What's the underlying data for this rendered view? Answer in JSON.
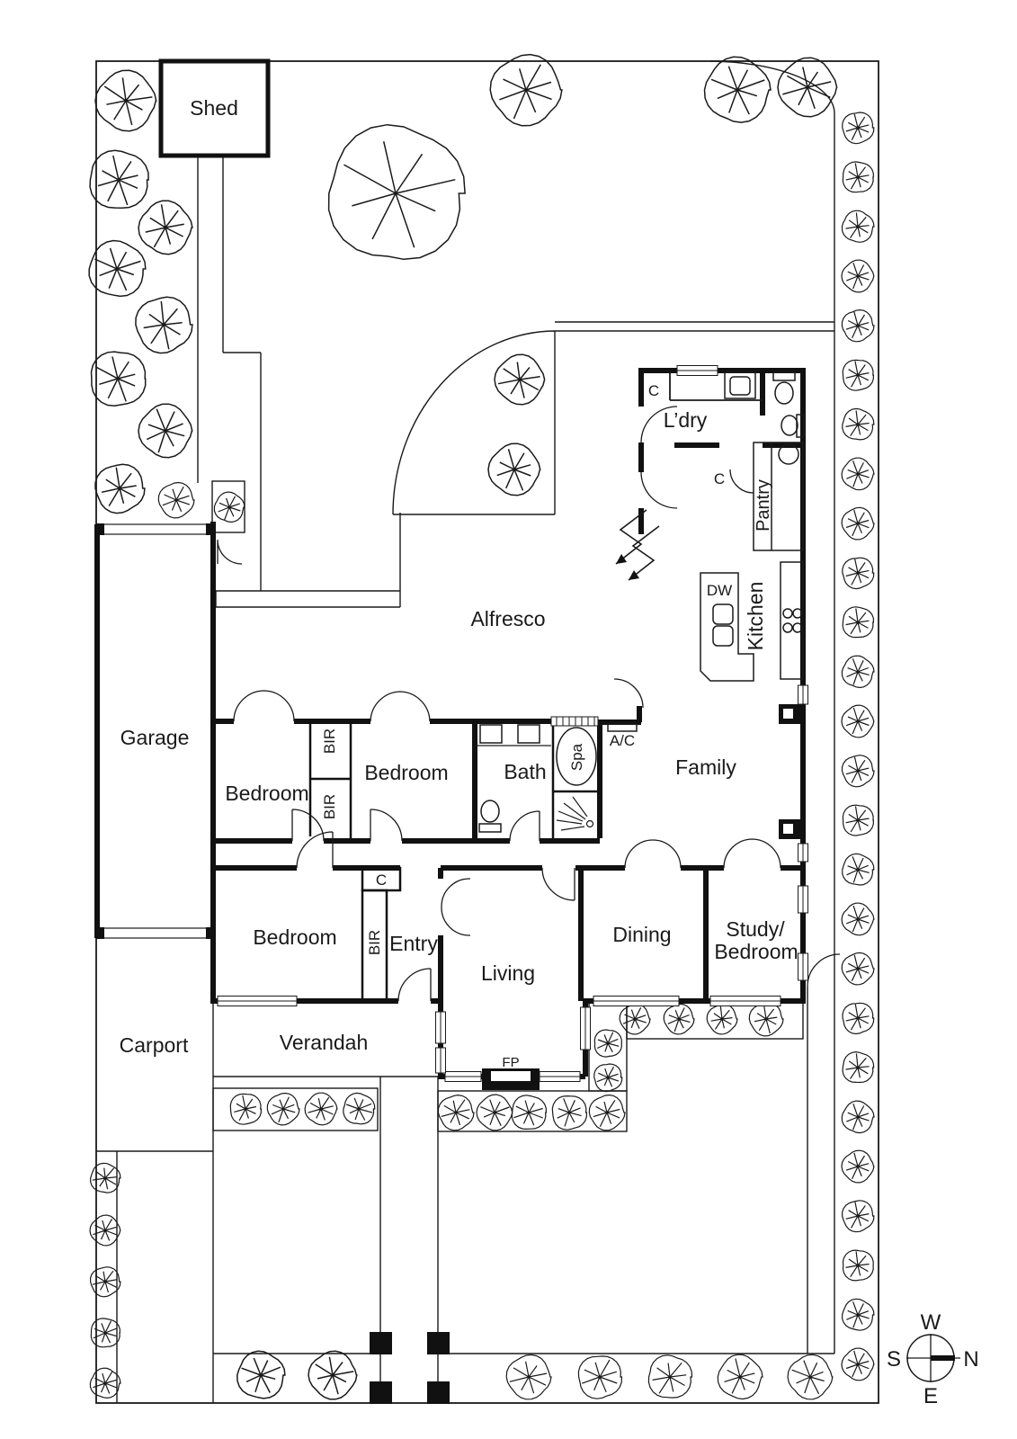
{
  "plan": {
    "rooms": {
      "shed": "Shed",
      "garage": "Garage",
      "carport": "Carport",
      "verandah": "Verandah",
      "alfresco": "Alfresco",
      "laundry": "L’dry",
      "pantry": "Pantry",
      "kitchen": "Kitchen",
      "family": "Family",
      "bath": "Bath",
      "spa": "Spa",
      "bedroom_top_left": "Bedroom",
      "bedroom_top_mid": "Bedroom",
      "bedroom_lower": "Bedroom",
      "entry": "Entry",
      "living": "Living",
      "dining": "Dining",
      "study_line1": "Study/",
      "study_line2": "Bedroom"
    },
    "fixtures": {
      "bir": "BIR",
      "closet": "C",
      "dishwasher": "DW",
      "air_conditioner": "A/C",
      "fireplace": "FP"
    },
    "compass": {
      "west": "W",
      "north": "N",
      "south": "S",
      "east": "E"
    },
    "colors": {
      "ink": "#1a1a1a",
      "paper": "#ffffff"
    }
  }
}
